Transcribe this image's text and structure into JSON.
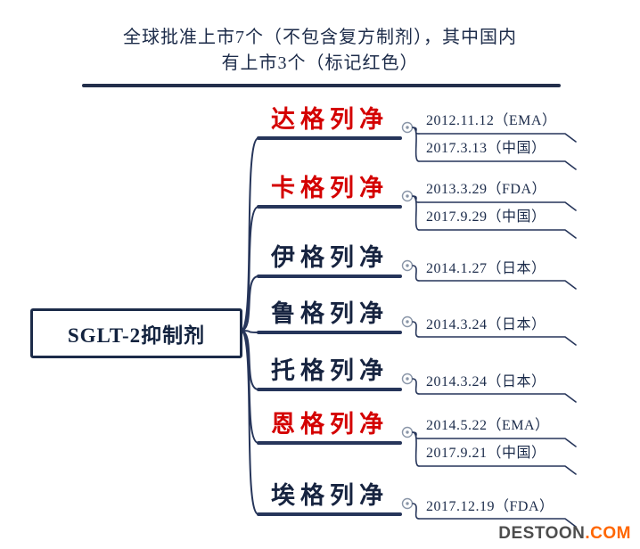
{
  "title": {
    "line1": "全球批准上市7个（不包含复方制剂），其中国内",
    "line2": "有上市3个（标记红色）"
  },
  "root_label": "SGLT-2抑制剂",
  "branches": [
    {
      "name": "达格列净",
      "highlight": true,
      "dates": [
        "2012.11.12（EMA）",
        "2017.3.13（中国）"
      ]
    },
    {
      "name": "卡格列净",
      "highlight": true,
      "dates": [
        "2013.3.29（FDA）",
        "2017.9.29（中国）"
      ]
    },
    {
      "name": "伊格列净",
      "highlight": false,
      "dates": [
        "2014.1.27（日本）"
      ]
    },
    {
      "name": "鲁格列净",
      "highlight": false,
      "dates": [
        "2014.3.24（日本）"
      ]
    },
    {
      "name": "托格列净",
      "highlight": false,
      "dates": [
        "2014.3.24（日本）"
      ]
    },
    {
      "name": "恩格列净",
      "highlight": true,
      "dates": [
        "2014.5.22（EMA）",
        "2017.9.21（中国）"
      ]
    },
    {
      "name": "埃格列净",
      "highlight": false,
      "dates": [
        "2017.12.19（FDA）"
      ]
    }
  ],
  "watermark": {
    "name": "DESTOON",
    "tld": ".COM"
  },
  "colors": {
    "highlight": "#d40000",
    "text": "#172440",
    "line": "#26355a",
    "icon": "#8a96a8",
    "watermark_text": "#4d4d4d",
    "watermark_accent": "#ff6600"
  }
}
